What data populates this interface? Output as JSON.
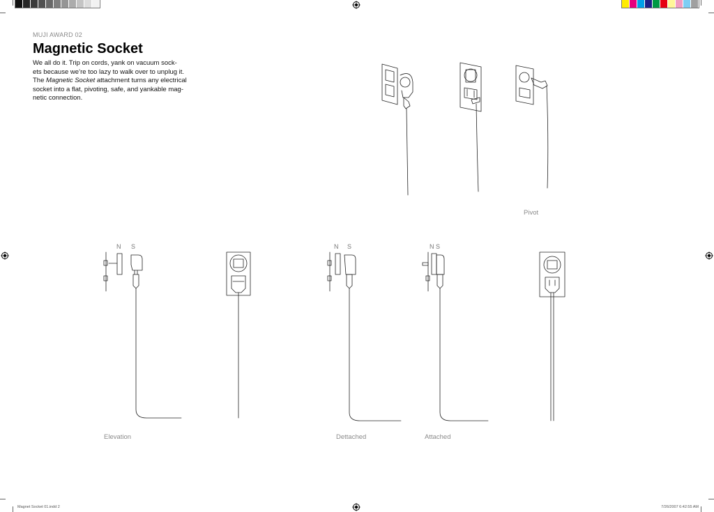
{
  "marks": {
    "gray_swatches": [
      "#111111",
      "#262626",
      "#3b3b3b",
      "#515151",
      "#686868",
      "#7e7e7e",
      "#959595",
      "#acacac",
      "#c4c4c4",
      "#dcdcdc",
      "#f2f2f2"
    ],
    "color_swatches": [
      "#ffec00",
      "#e6007e",
      "#00a0e9",
      "#1d2088",
      "#009944",
      "#e60012",
      "#fff799",
      "#f19ec2",
      "#7ecef4",
      "#a0a0a0"
    ]
  },
  "header": {
    "kicker": "MUJI AWARD 02",
    "title": "Magnetic Socket",
    "body_line1": "We all do it. Trip on cords, yank on vacuum sock-",
    "body_line2": "ets because we’re too lazy to walk over to unplug it.",
    "body_line3_pre": "The ",
    "body_line3_em": "Magnetic Socket",
    "body_line3_post": " attachment turns any electrical",
    "body_line4": "socket into a flat, pivoting, safe, and yankable mag-",
    "body_line5": "netic connection."
  },
  "labels": {
    "pivot": "Pivot",
    "elevation": "Elevation",
    "detached": "Dettached",
    "attached": "Attached",
    "n": "N",
    "s": "S",
    "ns": "N S"
  },
  "footer": {
    "file": "Magnet Socket 01.indd   2",
    "timestamp": "7/26/2007   6:42:55 AM"
  }
}
